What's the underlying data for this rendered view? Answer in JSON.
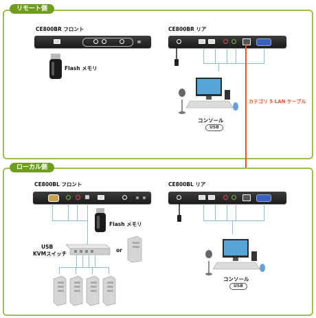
{
  "remote": {
    "tab": "リモート側",
    "front_title": "CE800BR フロント",
    "rear_title": "CE800BR リア",
    "flash_label": "Flash メモリ",
    "console_label": "コンソール",
    "console_badge": "USB"
  },
  "cable_label": "カテゴリ 5 LAN ケーブル",
  "local": {
    "tab": "ローカル側",
    "front_title": "CE800BL フロント",
    "rear_title": "CE800BL リア",
    "flash_label": "Flash メモリ",
    "kvm_label_line1": "USB",
    "kvm_label_line2": "KVMスイッチ",
    "or_label": "or",
    "console_label": "コンソール",
    "console_badge": "USB"
  },
  "colors": {
    "panel_border": "#9dbf4a",
    "tab_fill": "#6f9e1f",
    "cable_line": "#e0552a",
    "connector_line": "#8fbbd7"
  }
}
